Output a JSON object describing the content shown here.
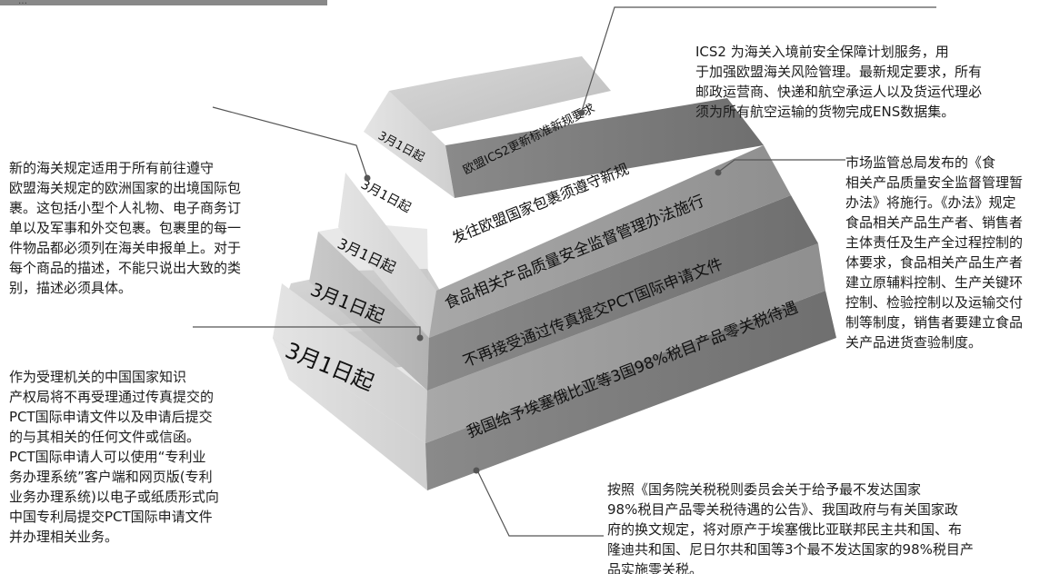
{
  "header_fragment": "…",
  "steps": [
    {
      "date": "3月1日起",
      "title": "欧盟ICS2更新标准新规要求"
    },
    {
      "date": "3月1日起",
      "title": "发往欧盟国家包裹须遵守新规"
    },
    {
      "date": "3月1日起",
      "title": "食品相关产品质量安全监督管理办法施行"
    },
    {
      "date": "3月1日起",
      "title": "不再接受通过传真提交PCT国际申请文件"
    },
    {
      "date": "3月1日起",
      "title": "我国给予埃塞俄比亚等3国98%税目产品零关税待遇"
    }
  ],
  "notes": {
    "ics2": "ICS2 为海关入境前安全保障计划服务，用\n于加强欧盟海关风险管理。最新规定要求，所有\n邮政运营商、快递和航空承运人以及货运代理必\n须为所有航空运输的货物完成ENS数据集。",
    "eu_parcels": "新的海关规定适用于所有前往遵守\n欧盟海关规定的欧洲国家的出境国际包\n裹。这包括小型个人礼物、电子商务订\n单以及军事和外交包裹。包裹里的每一\n件物品都必须列在海关申报单上。对于\n每个商品的描述，不能只说出大致的类\n别，描述必须具体。",
    "food": "市场监管总局发布的《食\n相关产品质量安全监督管理暂\n办法》将施行。《办法》规定\n食品相关产品生产者、销售者\n主体责任及生产全过程控制的\n体要求，食品相关产品生产者\n建立原辅料控制、生产关键环\n控制、检验控制以及运输交付\n制等制度，销售者要建立食品\n关产品进货查验制度。",
    "pct": "作为受理机关的中国国家知识\n产权局将不再受理通过传真提交的\nPCT国际申请文件以及申请后提交\n的与其相关的任何文件或信函。\nPCT国际申请人可以使用“专利业\n务办理系统”客户端和网页版(专利\n业务办理系统)以电子或纸质形式向\n中国专利局提交PCT国际申请文件\n并办理相关业务。",
    "tariff": "按照《国务院关税税则委员会关于给予最不发达国家\n98%税目产品零关税待遇的公告》、我国政府与有关国家政\n府的换文规定，将对原产于埃塞俄比亚联邦民主共和国、布\n隆迪共和国、尼日尔共和国等3个最不发达国家的98%税目产\n品实施零关税。"
  }
}
